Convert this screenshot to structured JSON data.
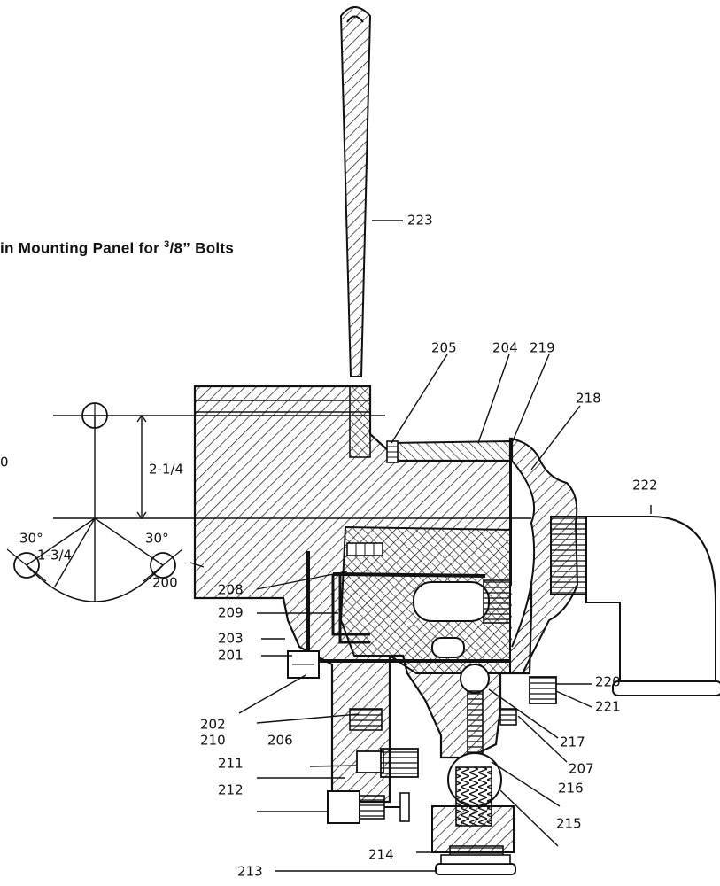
{
  "title": {
    "prefix": "in Mounting Panel for ",
    "fraction_num": "3",
    "fraction_den": "8",
    "suffix": "” Bolts"
  },
  "dimensions": {
    "vertical": "2-1/4",
    "radius": "1-3/4",
    "angle_left": "30°",
    "angle_right": "30°",
    "edge_fragment": "0"
  },
  "callouts": {
    "c200": "200",
    "c201": "201",
    "c202": "202",
    "c203": "203",
    "c204": "204",
    "c205": "205",
    "c206": "206",
    "c207": "207",
    "c208": "208",
    "c209": "209",
    "c210": "210",
    "c211": "211",
    "c212": "212",
    "c213": "213",
    "c214": "214",
    "c215": "215",
    "c216": "216",
    "c217": "217",
    "c218": "218",
    "c219": "219",
    "c220": "220",
    "c221": "221",
    "c222": "222",
    "c223": "223"
  },
  "colors": {
    "ink": "#111111",
    "paper": "#ffffff"
  }
}
